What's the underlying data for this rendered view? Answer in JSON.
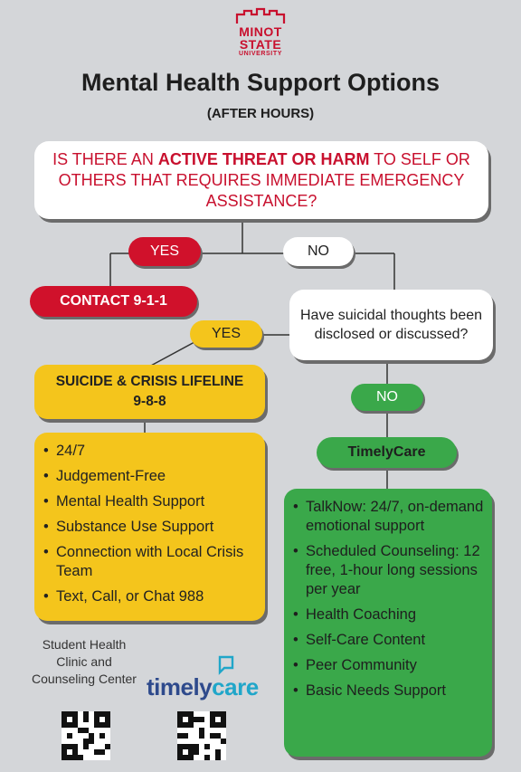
{
  "logo": {
    "line1": "MINOT",
    "line2": "STATE",
    "line3": "UNIVERSITY"
  },
  "title": "Mental Health Support Options",
  "subtitle": "(AFTER HOURS)",
  "question1": {
    "part1": "IS THERE AN ",
    "emphasis": "ACTIVE THREAT OR HARM",
    "part2": " TO SELF OR OTHERS THAT REQUIRES IMMEDIATE EMERGENCY ASSISTANCE?"
  },
  "yes1": "YES",
  "no1": "NO",
  "contact": "CONTACT 9-1-1",
  "question2": "Have suicidal thoughts been disclosed or discussed?",
  "yes2": "YES",
  "no2": "NO",
  "lifeline": {
    "line1": "SUICIDE & CRISIS LIFELINE",
    "line2": "9-8-8"
  },
  "lifeline_items": [
    "24/7",
    "Judgement-Free",
    "Mental Health Support",
    "Substance Use Support",
    "Connection with Local Crisis Team",
    "Text, Call, or Chat 988"
  ],
  "timelycare_label": "TimelyCare",
  "timelycare_items": [
    "TalkNow: 24/7, on-demand emotional support",
    "Scheduled Counseling: 12 free, 1-hour long sessions per year",
    "Health Coaching",
    "Self-Care Content",
    "Peer Community",
    "Basic Needs Support"
  ],
  "clinic_label": "Student Health Clinic and Counseling Center",
  "timelycare_logo": {
    "part1": "timely",
    "part2": "care"
  },
  "colors": {
    "red": "#d0112b",
    "yellow": "#f4c51c",
    "green": "#3aa84a",
    "background": "#d4d6d9",
    "timely_blue": "#2e4a8c",
    "timely_teal": "#20a6c9"
  },
  "icons": [
    "university-building-icon",
    "speech-bubble-icon",
    "qr-code-icon"
  ]
}
